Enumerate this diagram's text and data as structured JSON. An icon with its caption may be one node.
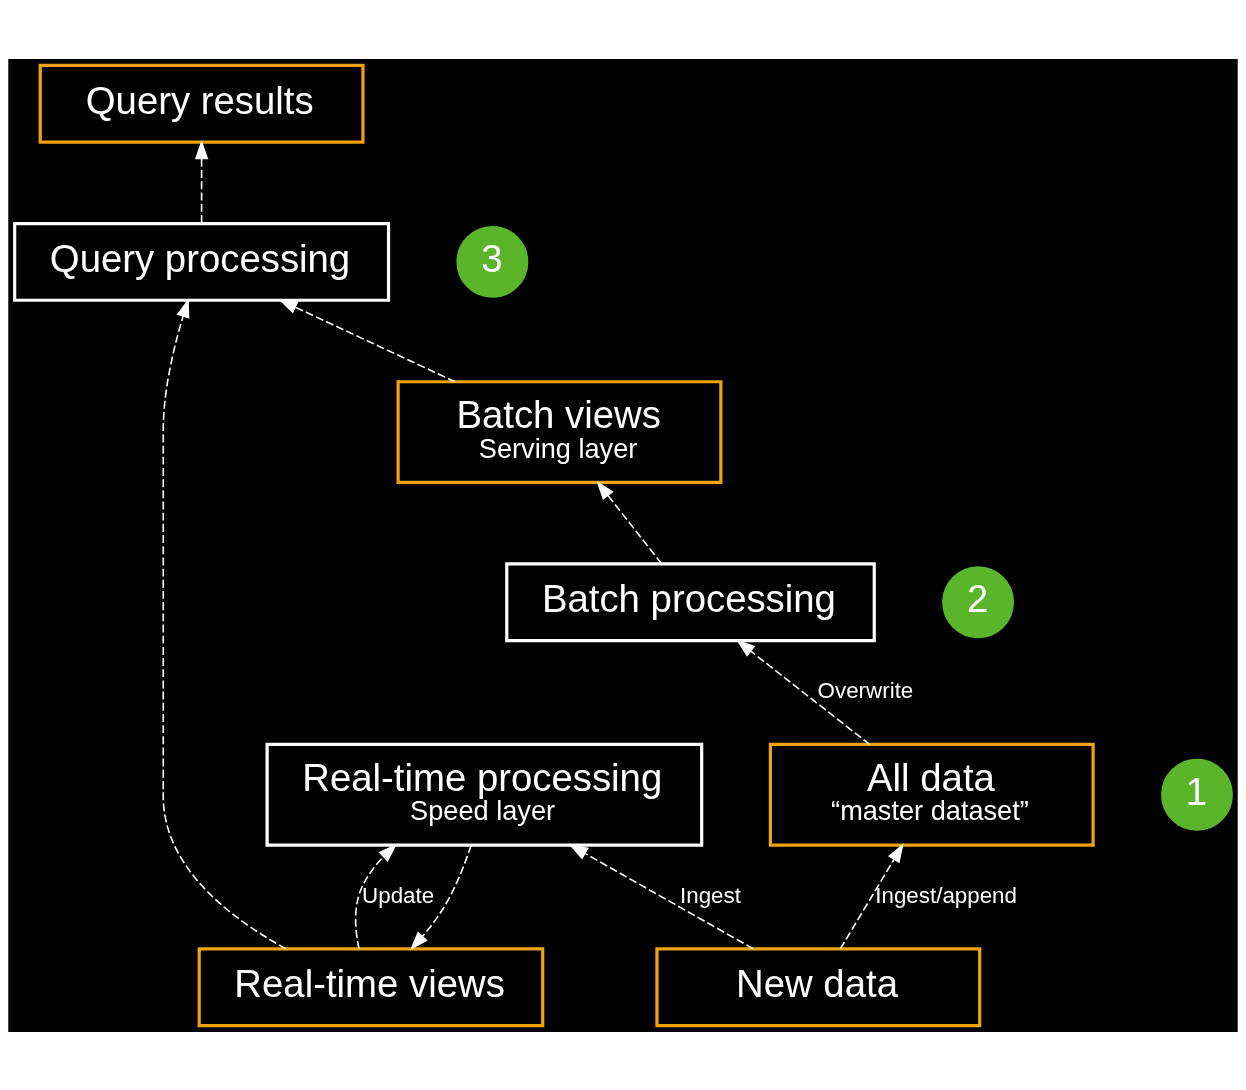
{
  "diagram": {
    "nodes": [
      {
        "text": [
          "Query results"
        ]
      },
      {
        "text": [
          "Query processing"
        ]
      },
      {
        "text": [
          "Real-time views"
        ]
      },
      {
        "text": [
          "Batch views",
          "Serving layer"
        ]
      },
      {
        "text": [
          "Real-time processing",
          "Speed layer"
        ]
      },
      {
        "text": [
          "Batch processing"
        ]
      },
      {
        "text": [
          "All data",
          "“master dataset”"
        ]
      },
      {
        "text": [
          "New data"
        ]
      },
      {
        "text": [
          "3"
        ]
      },
      {
        "text": [
          "1"
        ]
      },
      {
        "text": [
          "2"
        ]
      }
    ],
    "edges": [
      {
        "from": 1,
        "to": 0,
        "arrow": "to",
        "style": "dashed"
      },
      {
        "from": 2,
        "to": 1,
        "arrow": "to",
        "style": "dashed"
      },
      {
        "from": 3,
        "to": 1,
        "arrow": "to",
        "style": "dashed"
      },
      {
        "from": 2,
        "to": 4,
        "arrow": "to",
        "style": "dashed",
        "label": "Update"
      },
      {
        "from": 4,
        "to": 2,
        "arrow": "to",
        "style": "dashed"
      },
      {
        "from": 5,
        "to": 3,
        "arrow": "to",
        "style": "dashed"
      },
      {
        "from": 6,
        "to": 5,
        "arrow": "to",
        "style": "dashed",
        "label": "Overwrite"
      },
      {
        "from": 7,
        "to": 4,
        "arrow": "to",
        "style": "dashed",
        "label": "Ingest"
      },
      {
        "from": 7,
        "to": 6,
        "arrow": "to",
        "style": "dashed",
        "label": "Ingest/append"
      }
    ]
  }
}
